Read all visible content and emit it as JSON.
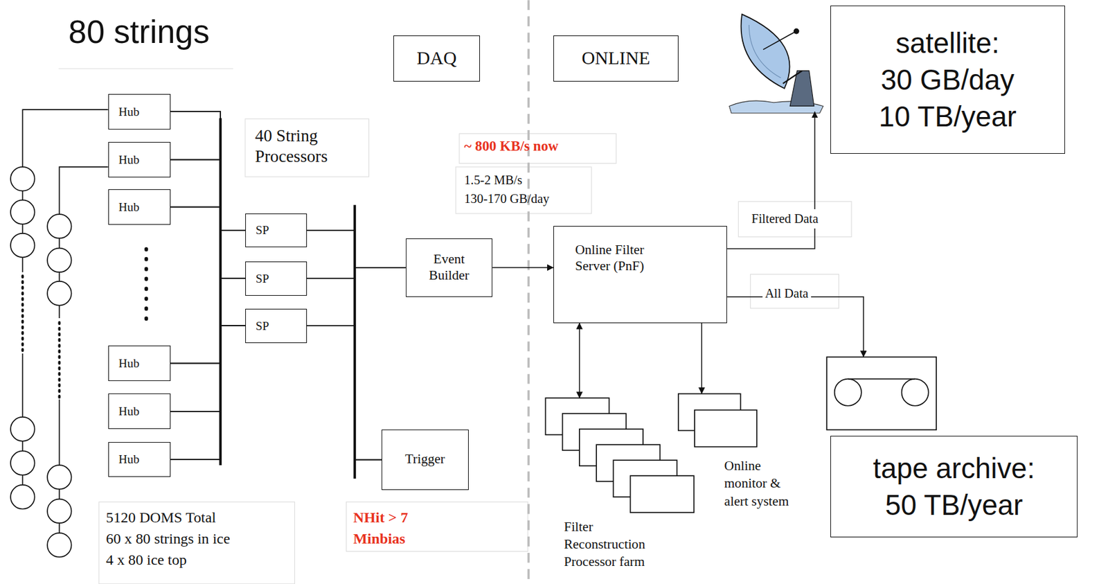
{
  "diagram": {
    "nodes": [
      {
        "text": [
          "DAQ"
        ]
      },
      {
        "text": [
          "ONLINE"
        ]
      },
      {
        "text": [
          "satellite:",
          "30 GB/day",
          "10 TB/year"
        ]
      },
      {
        "text": [
          "Hub"
        ]
      },
      {
        "text": [
          "Hub"
        ]
      },
      {
        "text": [
          "Hub"
        ]
      },
      {
        "text": [
          "Hub"
        ]
      },
      {
        "text": [
          "Hub"
        ]
      },
      {
        "text": [
          "Hub"
        ]
      },
      {
        "text": [
          "SP"
        ]
      },
      {
        "text": [
          "SP"
        ]
      },
      {
        "text": [
          "SP"
        ]
      },
      {
        "text": [
          "Event Builder"
        ]
      },
      {
        "text": [
          "Trigger"
        ]
      },
      {
        "text": [
          "Online Filter Server (PnF)"
        ]
      },
      {
        "text": [
          "Filter",
          "Reconstruction",
          "Processor farm"
        ]
      },
      {
        "text": [
          "Online",
          "monitor &",
          "alert system"
        ]
      },
      {
        "text": [
          "tape archive:",
          "50 TB/year"
        ]
      }
    ],
    "edges": [
      {
        "from": 3,
        "to": 9,
        "arrow": "none"
      },
      {
        "from": 3,
        "to": 10,
        "arrow": "none"
      },
      {
        "from": 3,
        "to": 11,
        "arrow": "none"
      },
      {
        "from": 4,
        "to": 9,
        "arrow": "none"
      },
      {
        "from": 4,
        "to": 10,
        "arrow": "none"
      },
      {
        "from": 4,
        "to": 11,
        "arrow": "none"
      },
      {
        "from": 5,
        "to": 9,
        "arrow": "none"
      },
      {
        "from": 5,
        "to": 10,
        "arrow": "none"
      },
      {
        "from": 5,
        "to": 11,
        "arrow": "none"
      },
      {
        "from": 6,
        "to": 9,
        "arrow": "none"
      },
      {
        "from": 6,
        "to": 10,
        "arrow": "none"
      },
      {
        "from": 6,
        "to": 11,
        "arrow": "none"
      },
      {
        "from": 7,
        "to": 9,
        "arrow": "none"
      },
      {
        "from": 7,
        "to": 10,
        "arrow": "none"
      },
      {
        "from": 7,
        "to": 11,
        "arrow": "none"
      },
      {
        "from": 8,
        "to": 9,
        "arrow": "none"
      },
      {
        "from": 8,
        "to": 10,
        "arrow": "none"
      },
      {
        "from": 8,
        "to": 11,
        "arrow": "none"
      },
      {
        "from": 9,
        "to": 12,
        "arrow": "none"
      },
      {
        "from": 10,
        "to": 12,
        "arrow": "none"
      },
      {
        "from": 11,
        "to": 12,
        "arrow": "none"
      },
      {
        "from": 9,
        "to": 13,
        "arrow": "none"
      },
      {
        "from": 10,
        "to": 13,
        "arrow": "none"
      },
      {
        "from": 11,
        "to": 13,
        "arrow": "none"
      },
      {
        "from": 12,
        "to": 14,
        "arrow": "to"
      },
      {
        "from": 14,
        "to": 15,
        "arrow": "both"
      },
      {
        "from": 14,
        "to": 16,
        "arrow": "to"
      },
      {
        "from": 14,
        "to": 2,
        "label": "Filtered Data",
        "arrow": "to"
      },
      {
        "from": 14,
        "to": 17,
        "label": "All Data",
        "arrow": "to"
      }
    ],
    "labels": [
      "80 strings",
      "40 String Processors",
      "~ 800 KB/s now",
      "1.5-2 MB/s",
      "130-170 GB/day",
      "5120 DOMS Total",
      "60 x 80 strings in ice",
      "4 x 80 ice top",
      "NHit > 7",
      "Minbias"
    ]
  }
}
